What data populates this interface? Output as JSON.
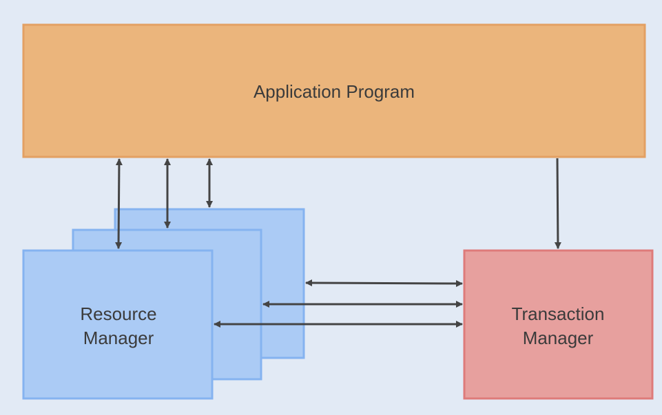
{
  "diagram": {
    "type": "architecture",
    "nodes": {
      "application_program": {
        "label": "Application Program",
        "fill": "#ebb57c",
        "stroke": "#e3a063"
      },
      "resource_manager": {
        "label_line1": "Resource",
        "label_line2": "Manager",
        "fill": "#abcbf5",
        "stroke": "#85b3f0",
        "stack_count": 3
      },
      "transaction_manager": {
        "label_line1": "Transaction",
        "label_line2": "Manager",
        "fill": "#e7a09e",
        "stroke": "#de7b7a"
      }
    },
    "edges": [
      {
        "from": "application_program",
        "to": "resource_manager_1",
        "direction": "bidirectional"
      },
      {
        "from": "application_program",
        "to": "resource_manager_2",
        "direction": "bidirectional"
      },
      {
        "from": "application_program",
        "to": "resource_manager_3",
        "direction": "bidirectional"
      },
      {
        "from": "application_program",
        "to": "transaction_manager",
        "direction": "forward"
      },
      {
        "from": "resource_manager_3",
        "to": "transaction_manager",
        "direction": "bidirectional"
      },
      {
        "from": "resource_manager_2",
        "to": "transaction_manager",
        "direction": "bidirectional"
      },
      {
        "from": "resource_manager_1",
        "to": "transaction_manager",
        "direction": "bidirectional"
      }
    ],
    "arrow_color": "#444444",
    "background": "#e2eaf5"
  }
}
